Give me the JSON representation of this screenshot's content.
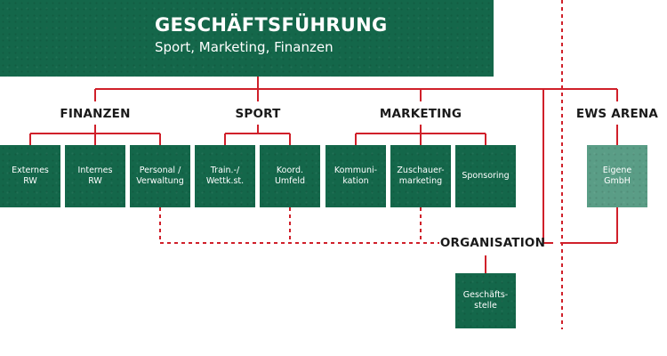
{
  "management": {
    "title": "GESCHÄFTSFÜHRUNG",
    "subtitle": "Sport, Marketing, Finanzen"
  },
  "departments": {
    "finanzen": "FINANZEN",
    "sport": "SPORT",
    "marketing": "MARKETING",
    "ews_arena": "EWS ARENA",
    "organisation": "ORGANISATION"
  },
  "units": {
    "externes_rw": "Externes\nRW",
    "internes_rw": "Internes\nRW",
    "personal": "Personal /\nVerwaltung",
    "training": "Train.-/\nWettk.st.",
    "koord": "Koord.\nUmfeld",
    "kommunikation": "Kommuni-\nkation",
    "zuschauer": "Zuschauer-\nmarketing",
    "sponsoring": "Sponsoring",
    "eigene_gmbh": "Eigene\nGmbH",
    "geschaeftsstelle": "Geschäfts-\nstelle"
  },
  "colors": {
    "box": "#14674a",
    "box_light": "#5a9d86",
    "line": "#d0202a",
    "text": "#1a1a1a"
  }
}
